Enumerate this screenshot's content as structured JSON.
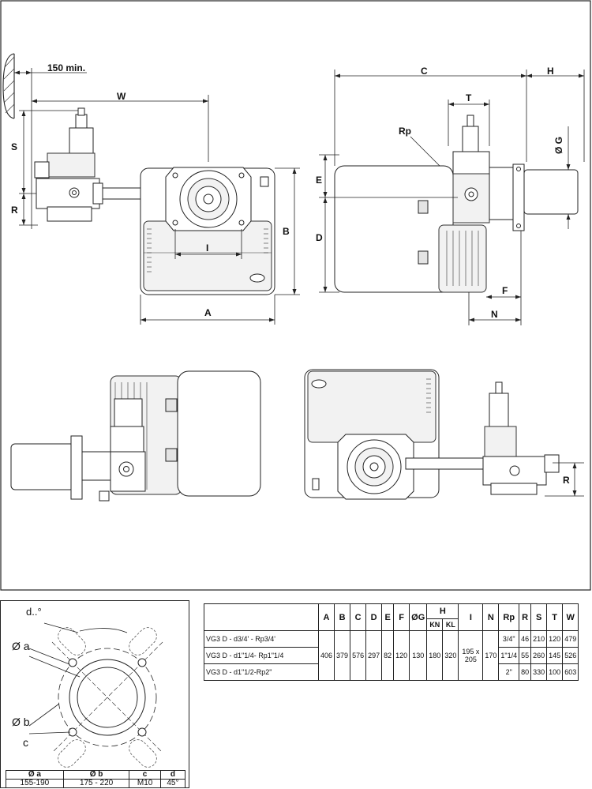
{
  "top_left_view": {
    "labels": {
      "clearance": "150 min.",
      "w": "W",
      "s": "S",
      "r": "R",
      "i": "I",
      "b": "B",
      "a": "A"
    }
  },
  "top_right_view": {
    "labels": {
      "c": "C",
      "h": "H",
      "t": "T",
      "rp": "Rp",
      "g": "Ø G",
      "e": "E",
      "d": "D",
      "f": "F",
      "n": "N"
    }
  },
  "bottom_right_view": {
    "labels": {
      "r": "R"
    }
  },
  "flange_drawing": {
    "labels": {
      "d": "d..°",
      "a": "Ø a",
      "b": "Ø b",
      "c": "c"
    },
    "table": {
      "headers": [
        "Ø a",
        "Ø b",
        "c",
        "d"
      ],
      "values": [
        "155-190",
        "175 - 220",
        "M10",
        "45°"
      ]
    }
  },
  "dimensions_table": {
    "headers": [
      "A",
      "B",
      "C",
      "D",
      "E",
      "F",
      "ØG",
      "H",
      "I",
      "N",
      "Rp",
      "R",
      "S",
      "T",
      "W"
    ],
    "h_sub": [
      "KN",
      "KL"
    ],
    "models": [
      {
        "name": "VG3 D - d3/4' - Rp3/4'",
        "rp": "3/4\"",
        "r": "46",
        "s": "210",
        "t": "120",
        "w": "479"
      },
      {
        "name": "VG3 D - d1\"1/4- Rp1\"1/4",
        "rp": "1\"1/4",
        "r": "55",
        "s": "260",
        "t": "145",
        "w": "526"
      },
      {
        "name": "VG3 D - d1\"1/2-Rp2\"",
        "rp": "2\"",
        "r": "80",
        "s": "330",
        "t": "100",
        "w": "603"
      }
    ],
    "common": {
      "a": "406",
      "b": "379",
      "c": "576",
      "d": "297",
      "e": "82",
      "f": "120",
      "g": "130",
      "h_kn": "180",
      "h_kl": "320",
      "i": "195 x 205",
      "n": "170"
    }
  }
}
